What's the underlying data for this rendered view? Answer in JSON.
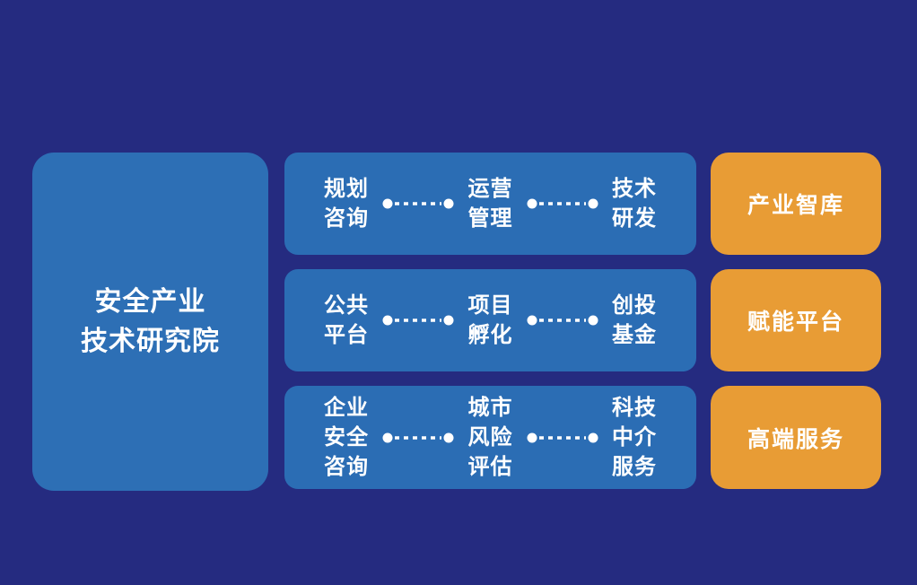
{
  "diagram": {
    "root": {
      "line1": "安全产业",
      "line2": "技术研究院"
    },
    "rows": [
      {
        "cells": [
          {
            "line1": "规划",
            "line2": "咨询"
          },
          {
            "line1": "运营",
            "line2": "管理"
          },
          {
            "line1": "技术",
            "line2": "研发"
          }
        ]
      },
      {
        "cells": [
          {
            "line1": "公共",
            "line2": "平台"
          },
          {
            "line1": "项目",
            "line2": "孵化"
          },
          {
            "line1": "创投",
            "line2": "基金"
          }
        ]
      },
      {
        "cells": [
          {
            "line1": "企业",
            "line2": "安全",
            "line3": "咨询"
          },
          {
            "line1": "城市",
            "line2": "风险",
            "line3": "评估"
          },
          {
            "line1": "科技",
            "line2": "中介",
            "line3": "服务"
          }
        ]
      }
    ],
    "categories": [
      {
        "label": "产业智库"
      },
      {
        "label": "赋能平台"
      },
      {
        "label": "高端服务"
      }
    ],
    "colors": {
      "background": "#252b80",
      "blue_box": "#2d6fb5",
      "blue_row": "#2b6db4",
      "orange_box": "#e89c35",
      "text": "#ffffff"
    }
  }
}
